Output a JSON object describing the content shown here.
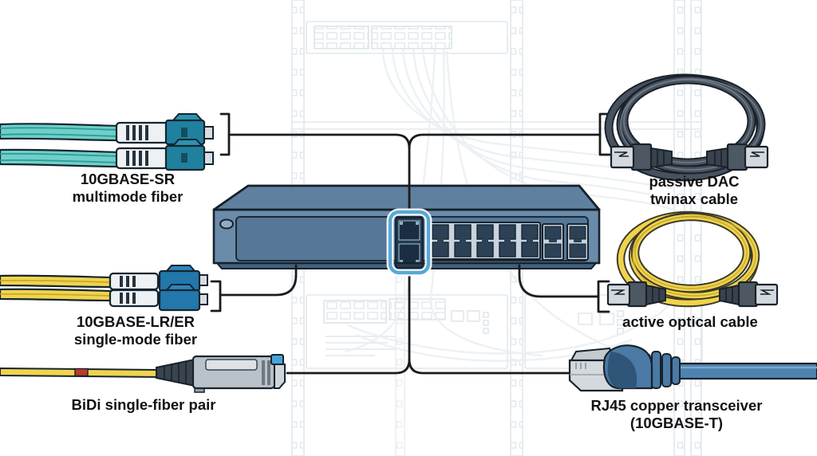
{
  "labels": {
    "multimode": {
      "line1": "10GBASE-SR",
      "line2": "multimode fiber"
    },
    "singlemode": {
      "line1": "10GBASE-LR/ER",
      "line2": "single-mode fiber"
    },
    "bidi": {
      "line1": "BiDi single-fiber pair"
    },
    "dac": {
      "line1": "passive DAC",
      "line2": "twinax cable"
    },
    "aoc": {
      "line1": "active optical cable"
    },
    "copper": {
      "line1": "RJ45 copper transceiver",
      "line2": "(10GBASE-T)"
    }
  },
  "colors": {
    "callout_line": "#1b1b1b",
    "highlight_ring": "#58a9d6",
    "switch_top": "#60809f",
    "switch_front": "#6a8caa",
    "switch_panel": "#567797",
    "port_dark": "#2c4156",
    "port_frame_light": "#c9d3dd",
    "multimode_aqua": "#6fcfc9",
    "singlemode_yellow": "#f1d44d",
    "lc_sr_body": "#1f819e",
    "lc_lr_body": "#2277ab",
    "dac_cable_gray": "#47525e",
    "copper_cable_blue": "#4e82b0",
    "transceiver_gray": "#bac2c9",
    "latch_blue": "#4aa3d8",
    "text": "#111111",
    "background_rack": "#d4dee7"
  }
}
